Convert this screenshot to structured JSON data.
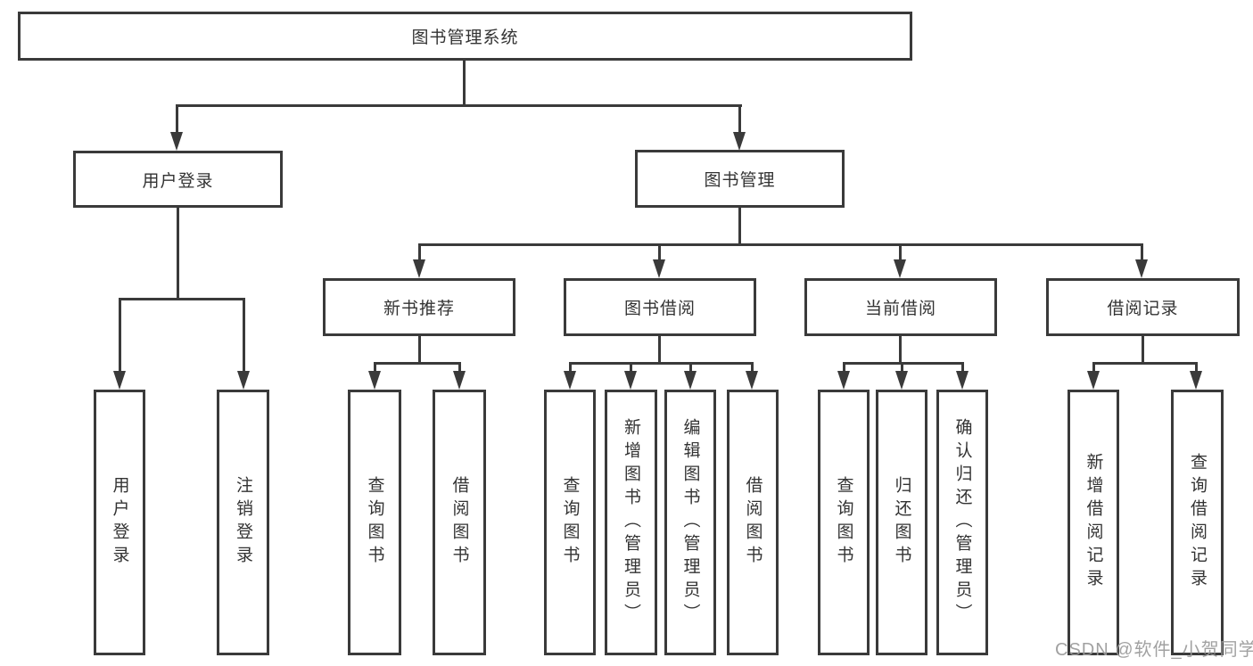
{
  "diagram": {
    "root": {
      "label": "图书管理系统"
    },
    "branches": [
      {
        "label": "用户登录",
        "children": [
          {
            "label": "用户登录"
          },
          {
            "label": "注销登录"
          }
        ]
      },
      {
        "label": "图书管理",
        "children": [
          {
            "label": "新书推荐",
            "children": [
              {
                "label": "查询图书"
              },
              {
                "label": "借阅图书"
              }
            ]
          },
          {
            "label": "图书借阅",
            "children": [
              {
                "label": "查询图书"
              },
              {
                "label": "新增图书（管理员）"
              },
              {
                "label": "编辑图书（管理员）"
              },
              {
                "label": "借阅图书"
              }
            ]
          },
          {
            "label": "当前借阅",
            "children": [
              {
                "label": "查询图书"
              },
              {
                "label": "归还图书"
              },
              {
                "label": "确认归还（管理员）"
              }
            ]
          },
          {
            "label": "借阅记录",
            "children": [
              {
                "label": "新增借阅记录"
              },
              {
                "label": "查询借阅记录"
              }
            ]
          }
        ]
      }
    ]
  },
  "watermark": {
    "text": "CSDN @软件_小贺同学"
  },
  "colors": {
    "line": "#3a3a3a",
    "text": "#333333",
    "watermark": "#9a9a9a",
    "background": "#ffffff"
  }
}
